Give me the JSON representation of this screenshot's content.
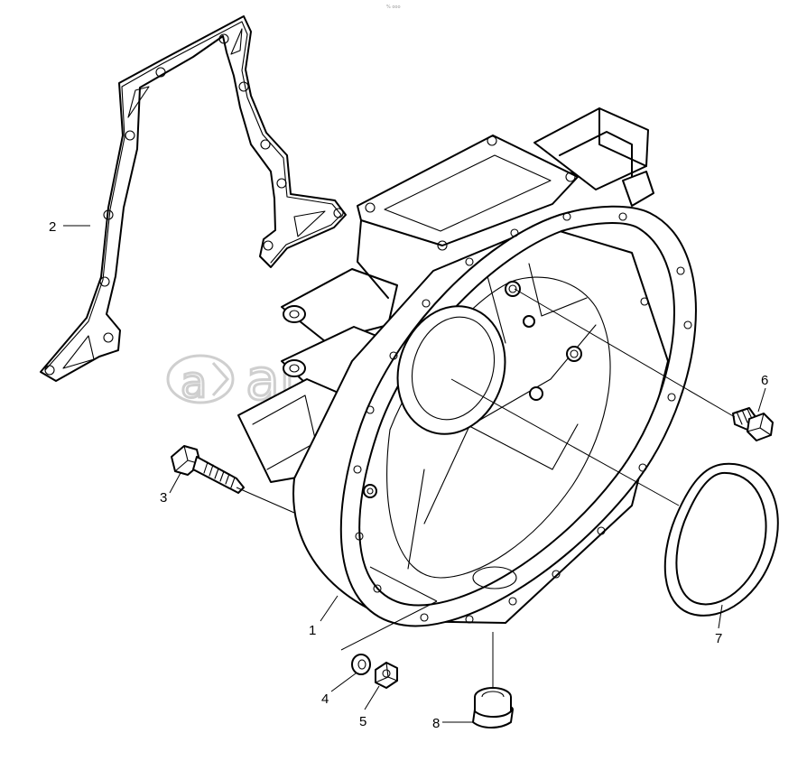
{
  "watermark": "autopiter.ru",
  "corner_mark": "% ooo",
  "labels": {
    "p1": "1",
    "p2": "2",
    "p3": "3",
    "p4": "4",
    "p5": "5",
    "p6": "6",
    "p7": "7",
    "p8": "8"
  }
}
